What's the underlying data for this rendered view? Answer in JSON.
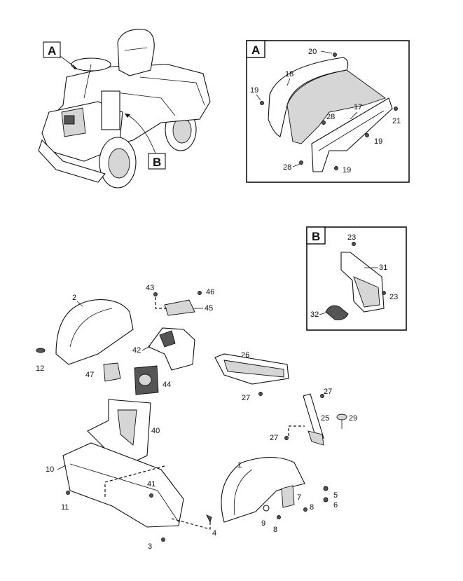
{
  "detail_labels": {
    "a": "A",
    "b": "B"
  },
  "callouts": {
    "c1": "1",
    "c2": "2",
    "c3": "3",
    "c4": "4",
    "c5": "5",
    "c6": "6",
    "c7": "7",
    "c8a": "8",
    "c8b": "8",
    "c9": "9",
    "c10": "10",
    "c11": "11",
    "c12": "12",
    "c17": "17",
    "c18": "18",
    "c19a": "19",
    "c19b": "19",
    "c19c": "19",
    "c20": "20",
    "c21": "21",
    "c23a": "23",
    "c23b": "23",
    "c25": "25",
    "c26": "26",
    "c27a": "27",
    "c27b": "27",
    "c27c": "27",
    "c28a": "28",
    "c28b": "28",
    "c29": "29",
    "c31": "31",
    "c32": "32",
    "c40": "40",
    "c41": "41",
    "c42": "42",
    "c43": "43",
    "c44": "44",
    "c45": "45",
    "c46": "46",
    "c47": "47"
  }
}
